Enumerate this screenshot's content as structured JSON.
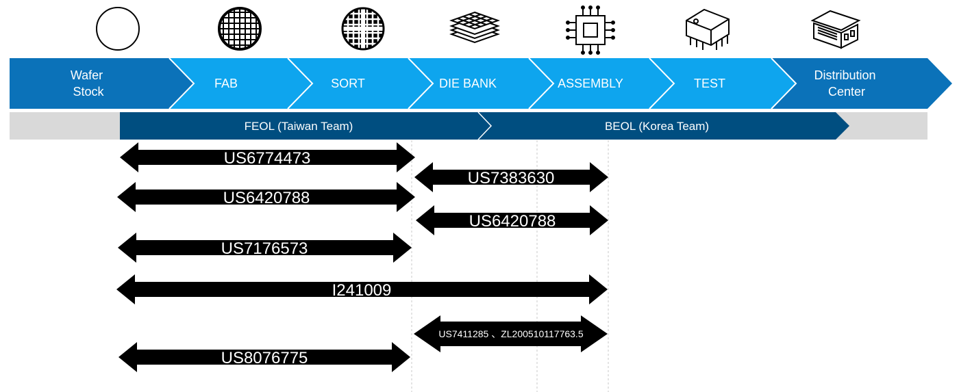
{
  "stages": [
    {
      "lines": [
        "Wafer",
        "Stock"
      ],
      "icon": "wafer-blank-icon"
    },
    {
      "lines": [
        "FAB"
      ],
      "icon": "wafer-grid-icon"
    },
    {
      "lines": [
        "SORT"
      ],
      "icon": "wafer-sorted-icon"
    },
    {
      "lines": [
        "DIE BANK"
      ],
      "icon": "die-stack-icon"
    },
    {
      "lines": [
        "ASSEMBLY"
      ],
      "icon": "chip-icon"
    },
    {
      "lines": [
        "TEST"
      ],
      "icon": "ic-package-icon"
    },
    {
      "lines": [
        "Distribution",
        "Center"
      ],
      "icon": "warehouse-icon"
    }
  ],
  "phases": [
    {
      "label": "FEOL (Taiwan Team)"
    },
    {
      "label": "BEOL (Korea Team)"
    }
  ],
  "patents": [
    {
      "label": "US6774473"
    },
    {
      "label": "US7383630"
    },
    {
      "label": "US6420788"
    },
    {
      "label": "US6420788"
    },
    {
      "label": "US7176573"
    },
    {
      "label": "I241009"
    },
    {
      "label": "US7411285 、ZL200510117763.5"
    },
    {
      "label": "US8076775"
    }
  ],
  "colors": {
    "stage_dark": "#0b72b9",
    "stage_light": "#0ea5ee",
    "phase_dark": "#004e80",
    "phase_gray": "#d9d9d9",
    "arrow": "#000000",
    "guide": "#c8c8c8"
  }
}
